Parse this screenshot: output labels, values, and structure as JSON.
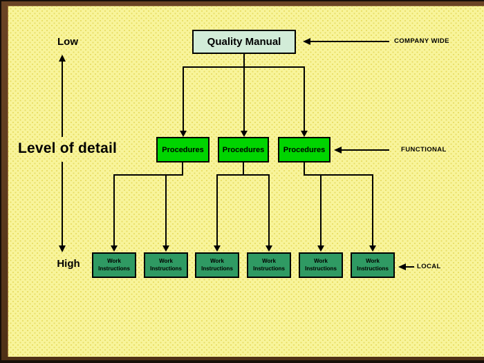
{
  "axis": {
    "low": "Low",
    "title": "Level of detail",
    "high": "High"
  },
  "boxes": {
    "quality_manual": {
      "label": "Quality Manual",
      "fill": "#d2ecd8"
    },
    "procedures": [
      {
        "label": "Procedures"
      },
      {
        "label": "Procedures"
      },
      {
        "label": "Procedures"
      }
    ],
    "procedures_fill": "#00d400",
    "work_instructions": [
      {
        "label": "Work\nInstructions"
      },
      {
        "label": "Work\nInstructions"
      },
      {
        "label": "Work\nInstructions"
      },
      {
        "label": "Work\nInstructions"
      },
      {
        "label": "Work\nInstructions"
      },
      {
        "label": "Work\nInstructions"
      }
    ],
    "work_instructions_fill": "#2f9a63"
  },
  "annotations": {
    "company_wide": "COMPANY WIDE",
    "functional": "FUNCTIONAL",
    "local": "LOCAL"
  },
  "colors": {
    "slide_background": "#f8f49b",
    "frame": "#5e3c1e",
    "line": "#000000"
  }
}
